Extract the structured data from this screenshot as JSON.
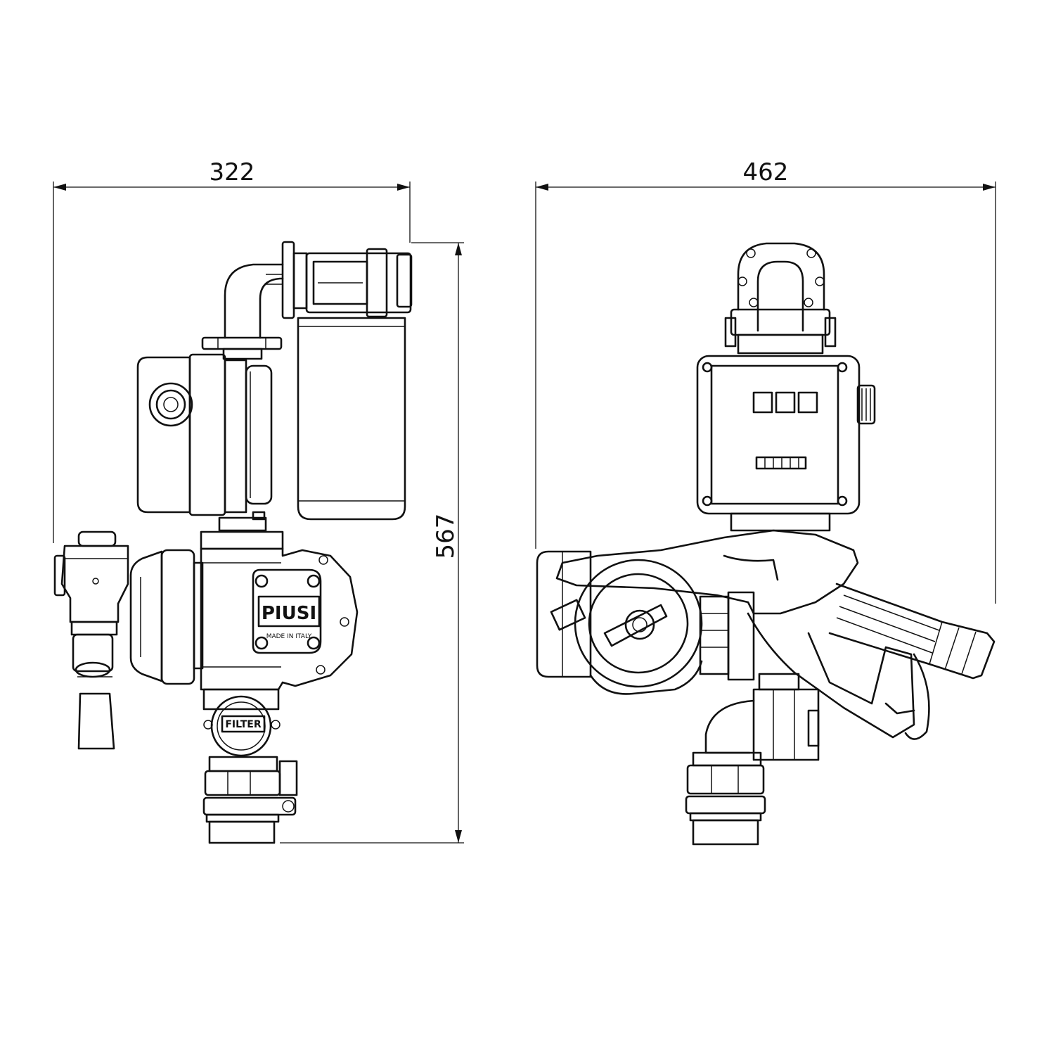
{
  "dimensions": {
    "front_width": "322",
    "side_width": "462",
    "height": "567"
  },
  "labels": {
    "brand": "PIUSI",
    "filter": "FILTER",
    "made_in_italy": "MADE IN ITALY"
  },
  "colors": {
    "line": "#111111",
    "background": "#ffffff"
  }
}
